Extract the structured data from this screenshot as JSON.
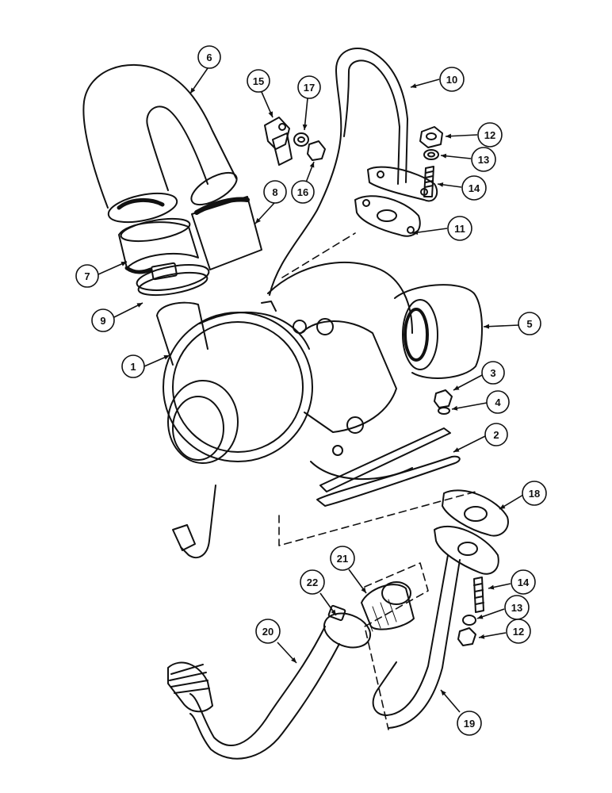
{
  "callouts": [
    {
      "id": "c1",
      "label": "1"
    },
    {
      "id": "c2",
      "label": "2"
    },
    {
      "id": "c3",
      "label": "3"
    },
    {
      "id": "c4",
      "label": "4"
    },
    {
      "id": "c5",
      "label": "5"
    },
    {
      "id": "c6",
      "label": "6"
    },
    {
      "id": "c7",
      "label": "7"
    },
    {
      "id": "c8",
      "label": "8"
    },
    {
      "id": "c9",
      "label": "9"
    },
    {
      "id": "c10",
      "label": "10"
    },
    {
      "id": "c11",
      "label": "11"
    },
    {
      "id": "c12a",
      "label": "12"
    },
    {
      "id": "c13a",
      "label": "13"
    },
    {
      "id": "c14a",
      "label": "14"
    },
    {
      "id": "c15",
      "label": "15"
    },
    {
      "id": "c16",
      "label": "16"
    },
    {
      "id": "c17",
      "label": "17"
    },
    {
      "id": "c18",
      "label": "18"
    },
    {
      "id": "c19",
      "label": "19"
    },
    {
      "id": "c20",
      "label": "20"
    },
    {
      "id": "c21",
      "label": "21"
    },
    {
      "id": "c22",
      "label": "22"
    },
    {
      "id": "c14b",
      "label": "14"
    },
    {
      "id": "c13b",
      "label": "13"
    },
    {
      "id": "c12b",
      "label": "12"
    }
  ]
}
